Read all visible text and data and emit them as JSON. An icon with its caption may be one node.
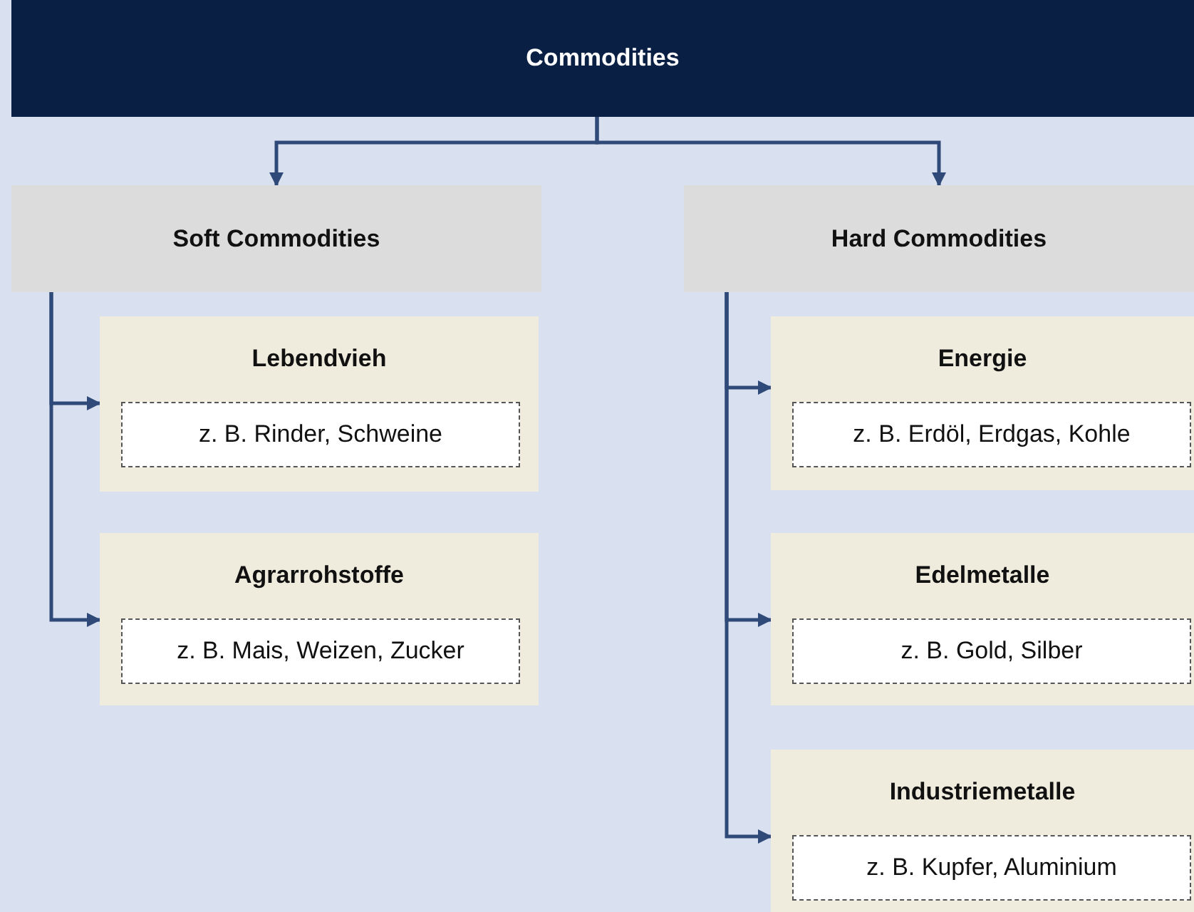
{
  "diagram": {
    "nodes": [
      {
        "text": [
          "Commodities"
        ]
      },
      {
        "text": [
          "Soft Commodities"
        ]
      },
      {
        "text": [
          "Lebendvieh"
        ]
      },
      {
        "text": [
          "z. B. Rinder, Schweine"
        ],
        "in": 2
      },
      {
        "text": [
          "Agrarrohstoffe"
        ]
      },
      {
        "text": [
          "z. B. Mais, Weizen, Zucker"
        ],
        "in": 4
      },
      {
        "text": [
          "Hard Commodities"
        ]
      },
      {
        "text": [
          "Energie"
        ]
      },
      {
        "text": [
          "z. B. Erdöl, Erdgas, Kohle"
        ],
        "in": 7
      },
      {
        "text": [
          "Edelmetalle"
        ]
      },
      {
        "text": [
          "z. B. Gold, Silber"
        ],
        "in": 9
      },
      {
        "text": [
          "Industriemetalle"
        ]
      },
      {
        "text": [
          "z. B. Kupfer, Aluminium"
        ],
        "in": 11
      }
    ],
    "edges": [
      {
        "from": 0,
        "to": 1,
        "arrow": "to"
      },
      {
        "from": 0,
        "to": 6,
        "arrow": "to"
      },
      {
        "from": 1,
        "to": 2,
        "arrow": "to"
      },
      {
        "from": 1,
        "to": 4,
        "arrow": "to"
      },
      {
        "from": 6,
        "to": 7,
        "arrow": "to"
      },
      {
        "from": 6,
        "to": 9,
        "arrow": "to"
      },
      {
        "from": 6,
        "to": 11,
        "arrow": "to"
      }
    ]
  }
}
